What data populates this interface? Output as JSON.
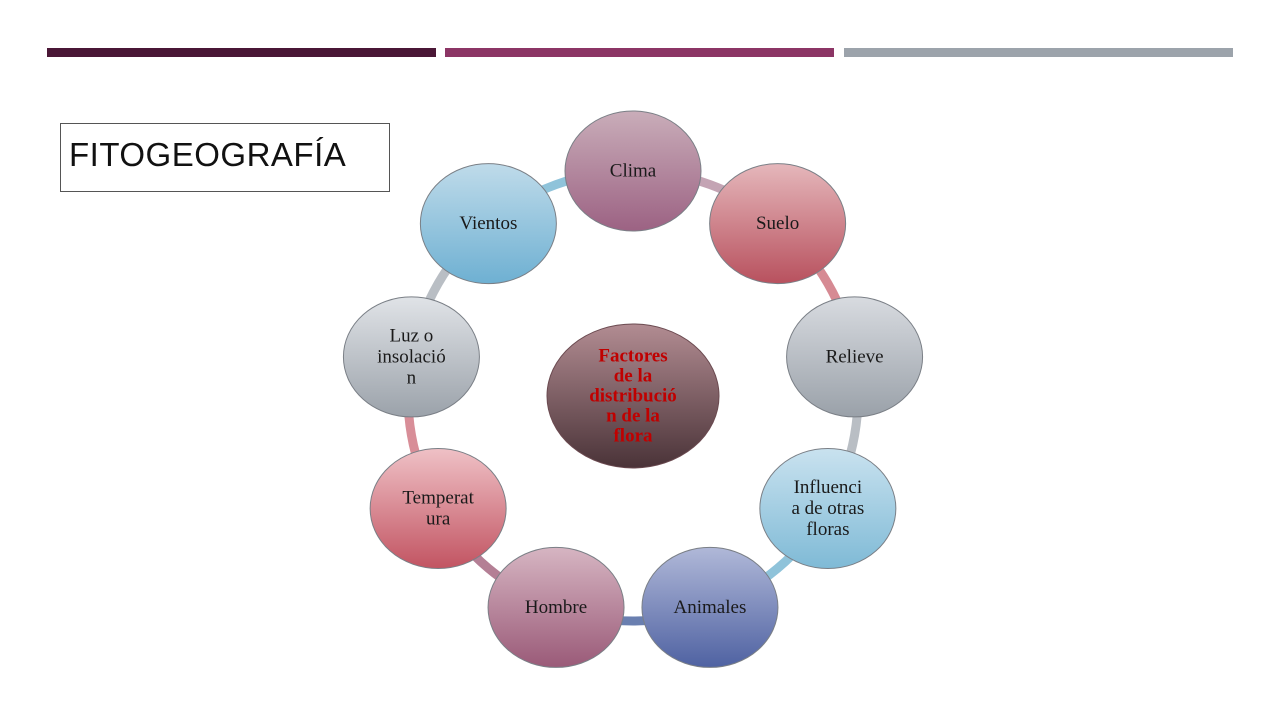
{
  "decor": {
    "bar_colors": [
      "#4a1736",
      "#8c3565",
      "#9ca3ab"
    ]
  },
  "slide": {
    "title": "FITOGEOGRAFÍA"
  },
  "diagram": {
    "center": {
      "lines": [
        "Factores",
        "de la",
        "distribució",
        "n de la",
        "flora"
      ],
      "gradient": [
        "#b28c92",
        "#4a3338"
      ]
    },
    "ring_segments": [
      {
        "color": "#c4a4b4"
      },
      {
        "color": "#d68a93"
      },
      {
        "color": "#b9bec4"
      },
      {
        "color": "#8fc3da"
      },
      {
        "color": "#6a7fb0"
      },
      {
        "color": "#b47f95"
      },
      {
        "color": "#d88e98"
      },
      {
        "color": "#b9bec4"
      },
      {
        "color": "#8fc3da"
      }
    ],
    "nodes": [
      {
        "id": "clima",
        "lines": [
          "Clima"
        ],
        "gradient": [
          "#c9adb9",
          "#9c6283"
        ]
      },
      {
        "id": "suelo",
        "lines": [
          "Suelo"
        ],
        "gradient": [
          "#e5b7bb",
          "#b8515e"
        ]
      },
      {
        "id": "relieve",
        "lines": [
          "Relieve"
        ],
        "gradient": [
          "#d8dbe0",
          "#9aa1a9"
        ]
      },
      {
        "id": "influencia",
        "lines": [
          "Influenci",
          "a de otras",
          "floras"
        ],
        "gradient": [
          "#c9e2ef",
          "#7fbad6"
        ]
      },
      {
        "id": "animales",
        "lines": [
          "Animales"
        ],
        "gradient": [
          "#b0b8d8",
          "#4f62a2"
        ]
      },
      {
        "id": "hombre",
        "lines": [
          "Hombre"
        ],
        "gradient": [
          "#d6b5c2",
          "#9a5a78"
        ]
      },
      {
        "id": "temperatura",
        "lines": [
          "Temperat",
          "ura"
        ],
        "gradient": [
          "#efc1c6",
          "#c25462"
        ]
      },
      {
        "id": "luz",
        "lines": [
          "Luz o",
          "insolació",
          "n"
        ],
        "gradient": [
          "#e0e3e7",
          "#9ba2aa"
        ]
      },
      {
        "id": "vientos",
        "lines": [
          "Vientos"
        ],
        "gradient": [
          "#bfdbea",
          "#6eb0d2"
        ]
      }
    ]
  }
}
